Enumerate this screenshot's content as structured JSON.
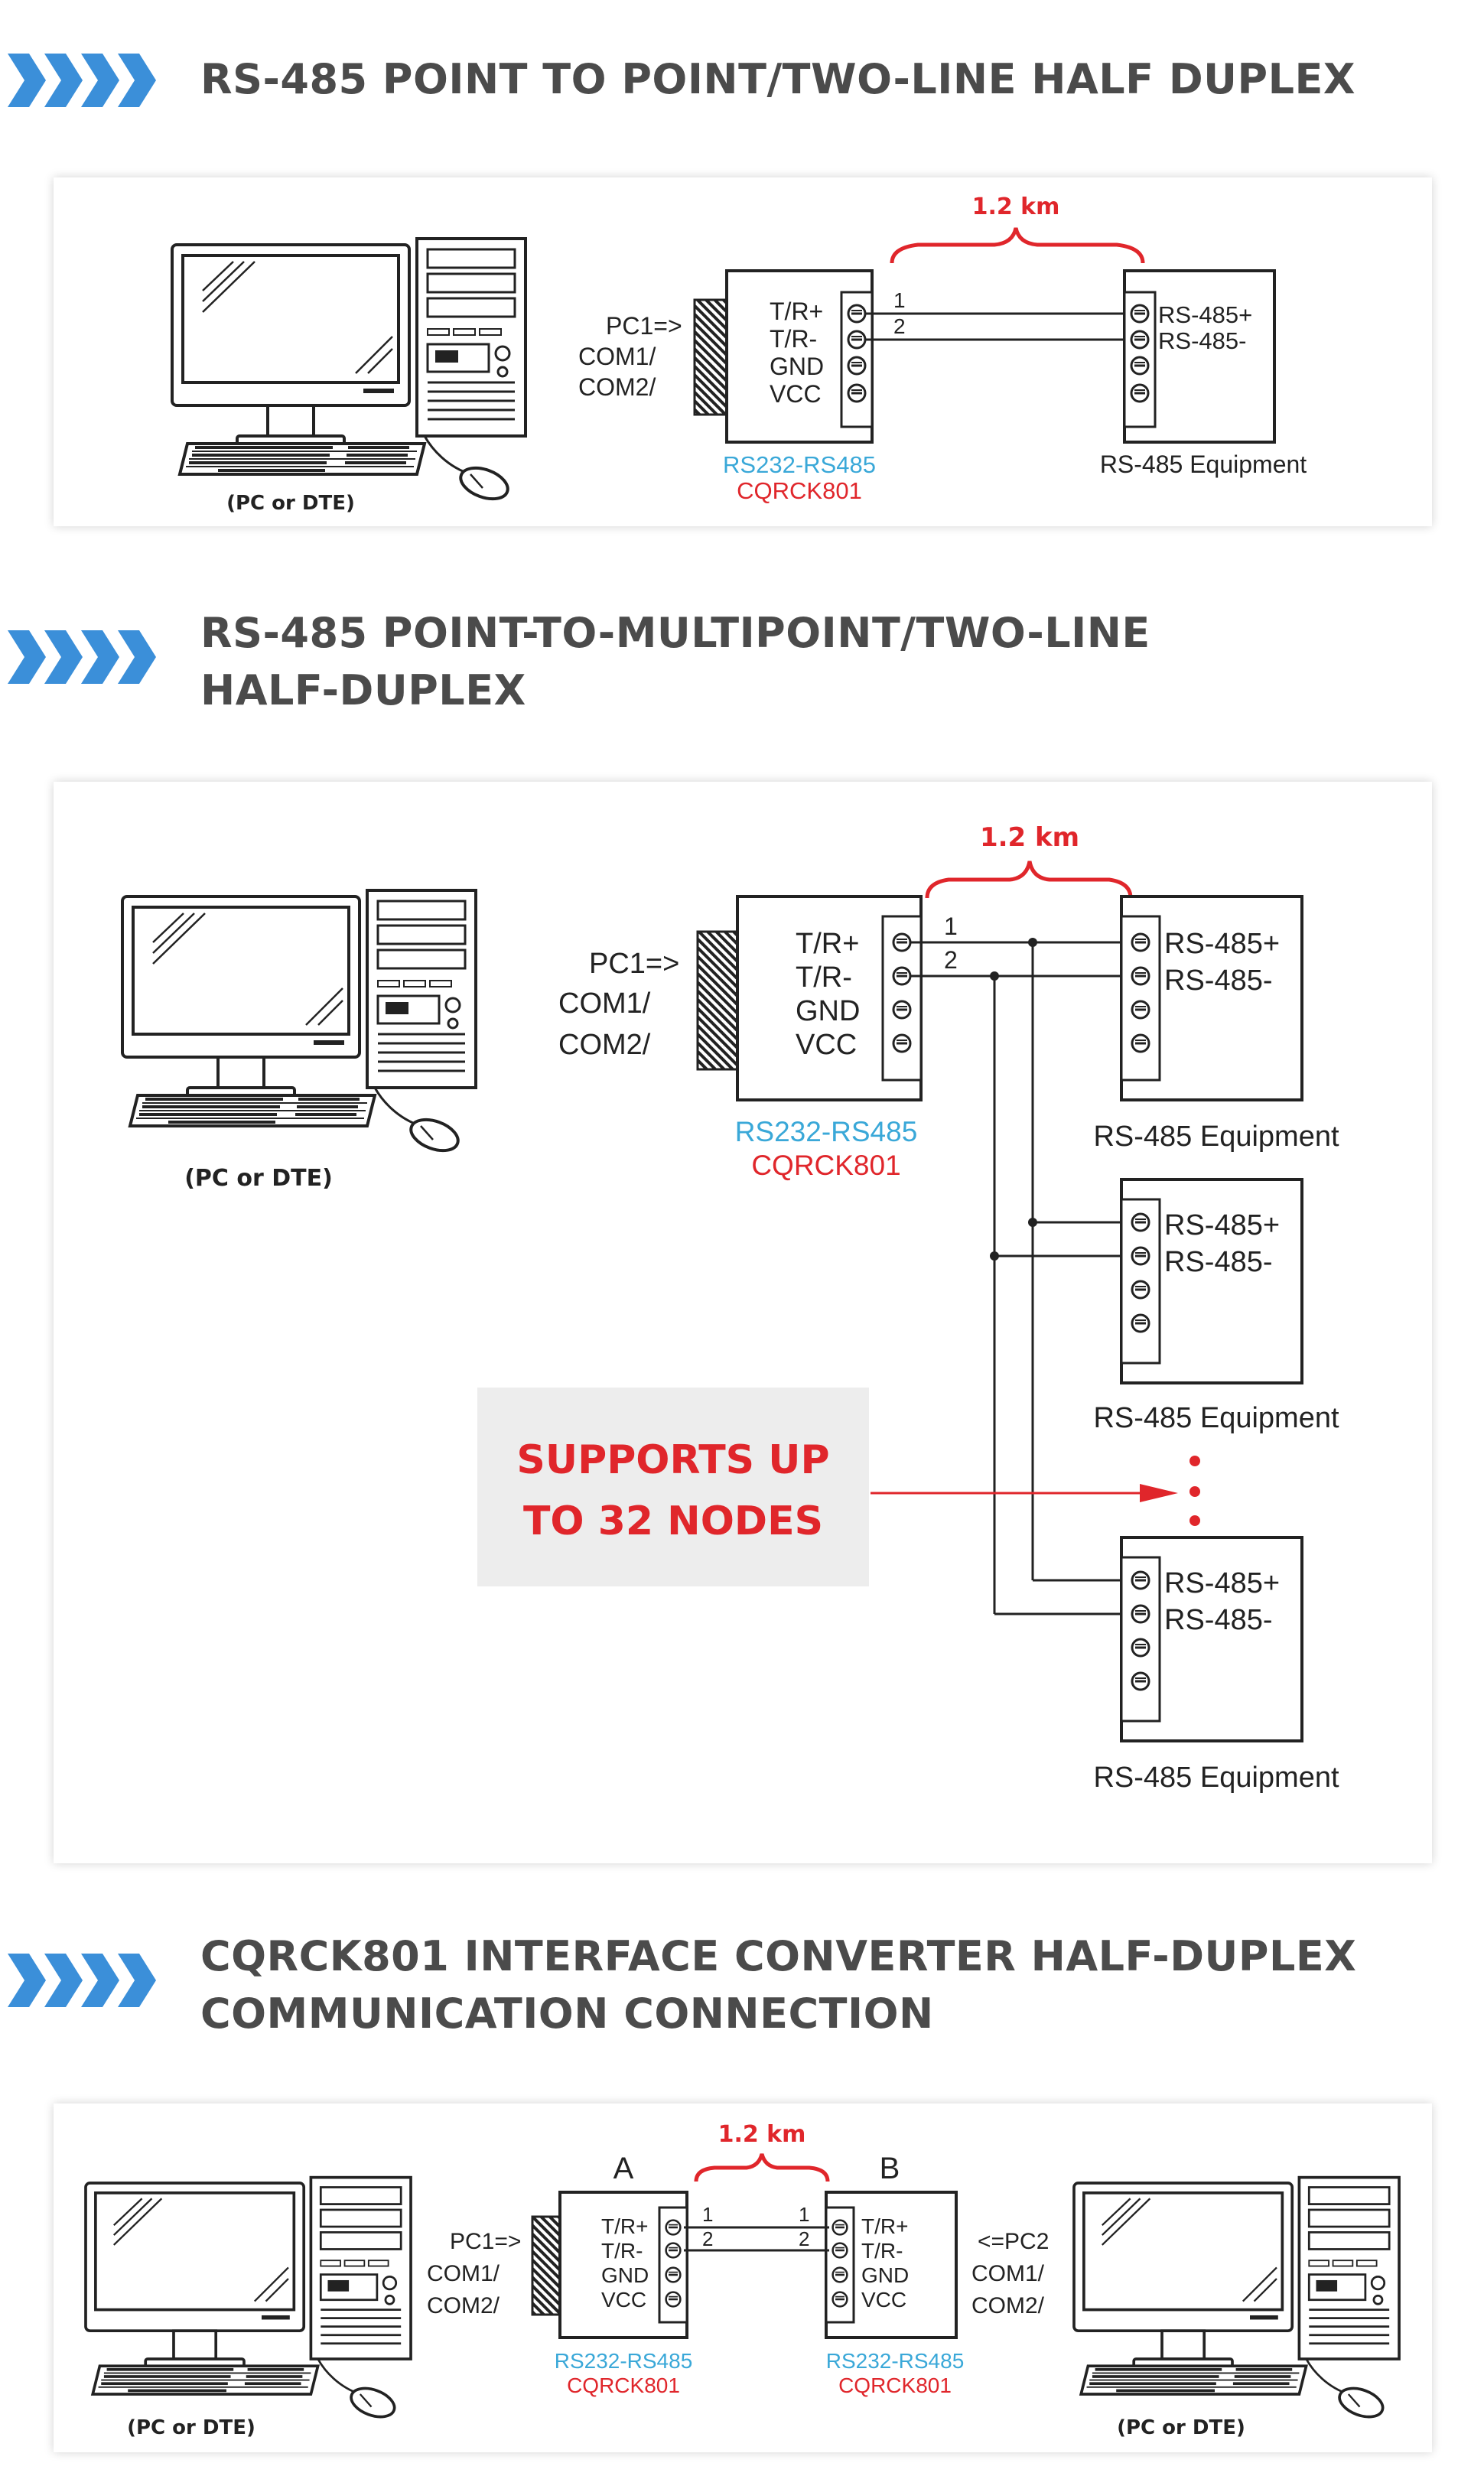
{
  "sections": [
    {
      "title": "RS-485 POINT TO POINT/TWO-LINE HALF DUPLEX"
    },
    {
      "title": "RS-485 POINT-TO-MULTIPOINT/TWO-LINE\nHALF-DUPLEX"
    },
    {
      "title": "CQRCK801 INTERFACE CONVERTER HALF-DUPLEX\nCOMMUNICATION CONNECTION"
    }
  ],
  "computer_label": "(PC or DTE)",
  "distance": "1.2 km",
  "pc1_port": [
    "PC1=>",
    "COM1/",
    "COM2/"
  ],
  "pc2_port": [
    "<=PC2",
    "COM1/",
    "COM2/"
  ],
  "converter": {
    "terminals": [
      "T/R+",
      "T/R-",
      "GND",
      "VCC"
    ],
    "type": "RS232-RS485",
    "model": "CQRCK801"
  },
  "equipment": {
    "terminals": [
      "RS-485+",
      "RS-485-"
    ],
    "label": "RS-485 Equipment"
  },
  "wires": [
    "1",
    "2"
  ],
  "nodes_callout": [
    "SUPPORTS UP",
    "TO 32 NODES"
  ],
  "device_labels": [
    "A",
    "B"
  ],
  "colors": {
    "accent_blue": "#3b8fd9",
    "accent_red": "#e0262b",
    "title_gray": "#4b4b4b",
    "converter_blue": "#3aa8d8"
  }
}
